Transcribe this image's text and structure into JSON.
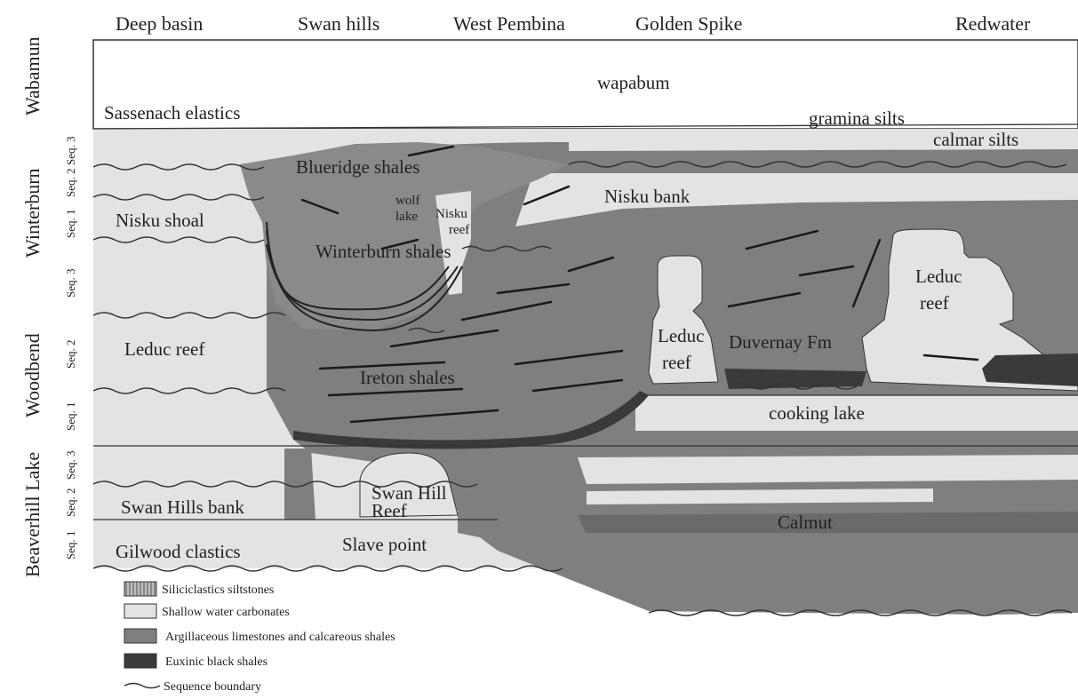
{
  "columns": [
    "Deep basin",
    "Swan hills",
    "West Pembina",
    "Golden Spike",
    "Redwater"
  ],
  "stages": [
    "Wabamun",
    "Winterburn",
    "Woodbend",
    "Beaverhill Lake"
  ],
  "sequences": {
    "winterburn": [
      "Seq. 1",
      "Seq. 2",
      "Seq. 3"
    ],
    "woodbend": [
      "Seq. 1",
      "Seq. 2",
      "Seq. 3"
    ],
    "beaverhill": [
      "Seq. 1",
      "Seq. 2",
      "Seq. 3"
    ]
  },
  "formations": {
    "wapabum": "wapabum",
    "sassenach": "Sassenach elastics",
    "gramina": "gramina silts",
    "calmar": "calmar silts",
    "blueridge": "Blueridge shales",
    "wolf_lake_1": "wolf",
    "wolf_lake_2": "lake",
    "nisku_reef_1": "Nisku",
    "nisku_reef_2": "reef",
    "nisku_bank": "Nisku bank",
    "nisku_shoal": "Nisku shoal",
    "winterburn_shales": "Winterburn shales",
    "leduc_reef_left": "Leduc reef",
    "leduc_reef_mid_1": "Leduc",
    "leduc_reef_mid_2": "reef",
    "leduc_reef_right_1": "Leduc",
    "leduc_reef_right_2": "reef",
    "duvernay": "Duvernay Fm",
    "ireton": "Ireton shales",
    "cooking_lake": "cooking lake",
    "swan_hills_bank": "Swan Hills bank",
    "swan_hill_reef_1": "Swan Hill",
    "swan_hill_reef_2": "Reef",
    "calmut": "Calmut",
    "gilwood": "Gilwood clastics",
    "slave_point": "Slave point"
  },
  "legend": [
    {
      "label": "Siliciclastics siltstones",
      "swatch": "siliciclastic"
    },
    {
      "label": "Shallow water carbonates",
      "swatch": "shallow"
    },
    {
      "label": "Argillaceous limestones and calcareous shales",
      "swatch": "argillaceous"
    },
    {
      "label": "Euxinic black shales",
      "swatch": "euxinic"
    },
    {
      "label": "Sequence boundary",
      "swatch": "boundary"
    }
  ],
  "colors": {
    "shallow": "#e3e3e3",
    "argillaceous": "#7f7f7f",
    "euxinic": "#3a3a3a",
    "siliciclastic": "#a8a8a8",
    "line": "#333333"
  }
}
